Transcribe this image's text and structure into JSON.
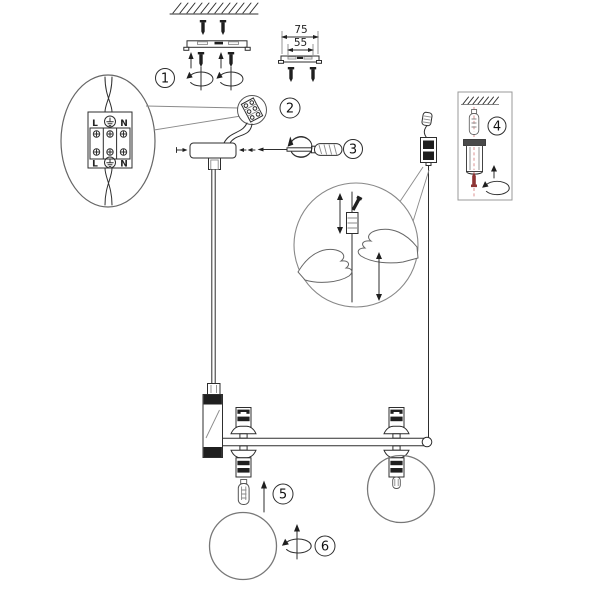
{
  "document_type": "assembly-instruction-diagram",
  "steps": [
    {
      "number": "1"
    },
    {
      "number": "2"
    },
    {
      "number": "3"
    },
    {
      "number": "4"
    },
    {
      "number": "5"
    },
    {
      "number": "6"
    }
  ],
  "dimensions": {
    "outer": "75",
    "inner": "55"
  },
  "terminal_block": {
    "top_left": "L",
    "top_right": "N",
    "bottom_left": "L",
    "bottom_right": "N",
    "earth_symbol": "⏚"
  },
  "colors": {
    "background": "#ffffff",
    "line": "#2e2e2e",
    "light_line": "#8a8a8a",
    "guide_pink": "#e2a3a3",
    "screw_red": "#8e3434"
  }
}
